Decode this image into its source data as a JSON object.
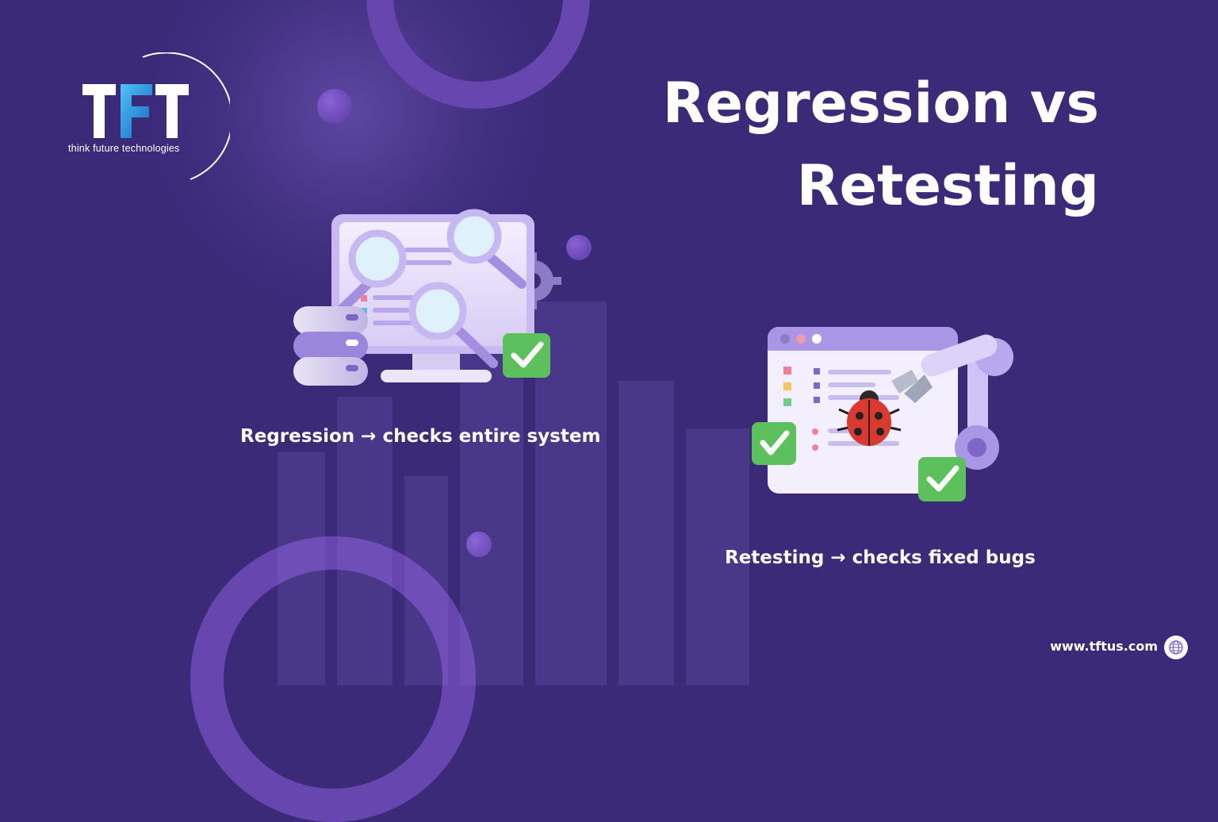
{
  "logo": {
    "letters": "TFT",
    "tagline": "think future technologies"
  },
  "title": {
    "line1": "Regression vs",
    "line2": "Retesting"
  },
  "captions": {
    "regression": "Regression → checks entire system",
    "retesting": "Retesting → checks fixed bugs"
  },
  "footer": {
    "url": "www.tftus.com",
    "icon": "globe-icon"
  },
  "illustrations": {
    "regression": [
      "monitor-icon",
      "magnifier-icon",
      "database-icon",
      "gear-icon",
      "checkmark-icon"
    ],
    "retesting": [
      "browser-window-icon",
      "ladybug-icon",
      "robot-arm-icon",
      "checkmark-icon"
    ]
  },
  "colors": {
    "background": "#3a2a78",
    "ring": "#6846b0",
    "text": "#ffffff",
    "accent_blue": "#1e88e5",
    "check_green": "#5cc05c"
  }
}
